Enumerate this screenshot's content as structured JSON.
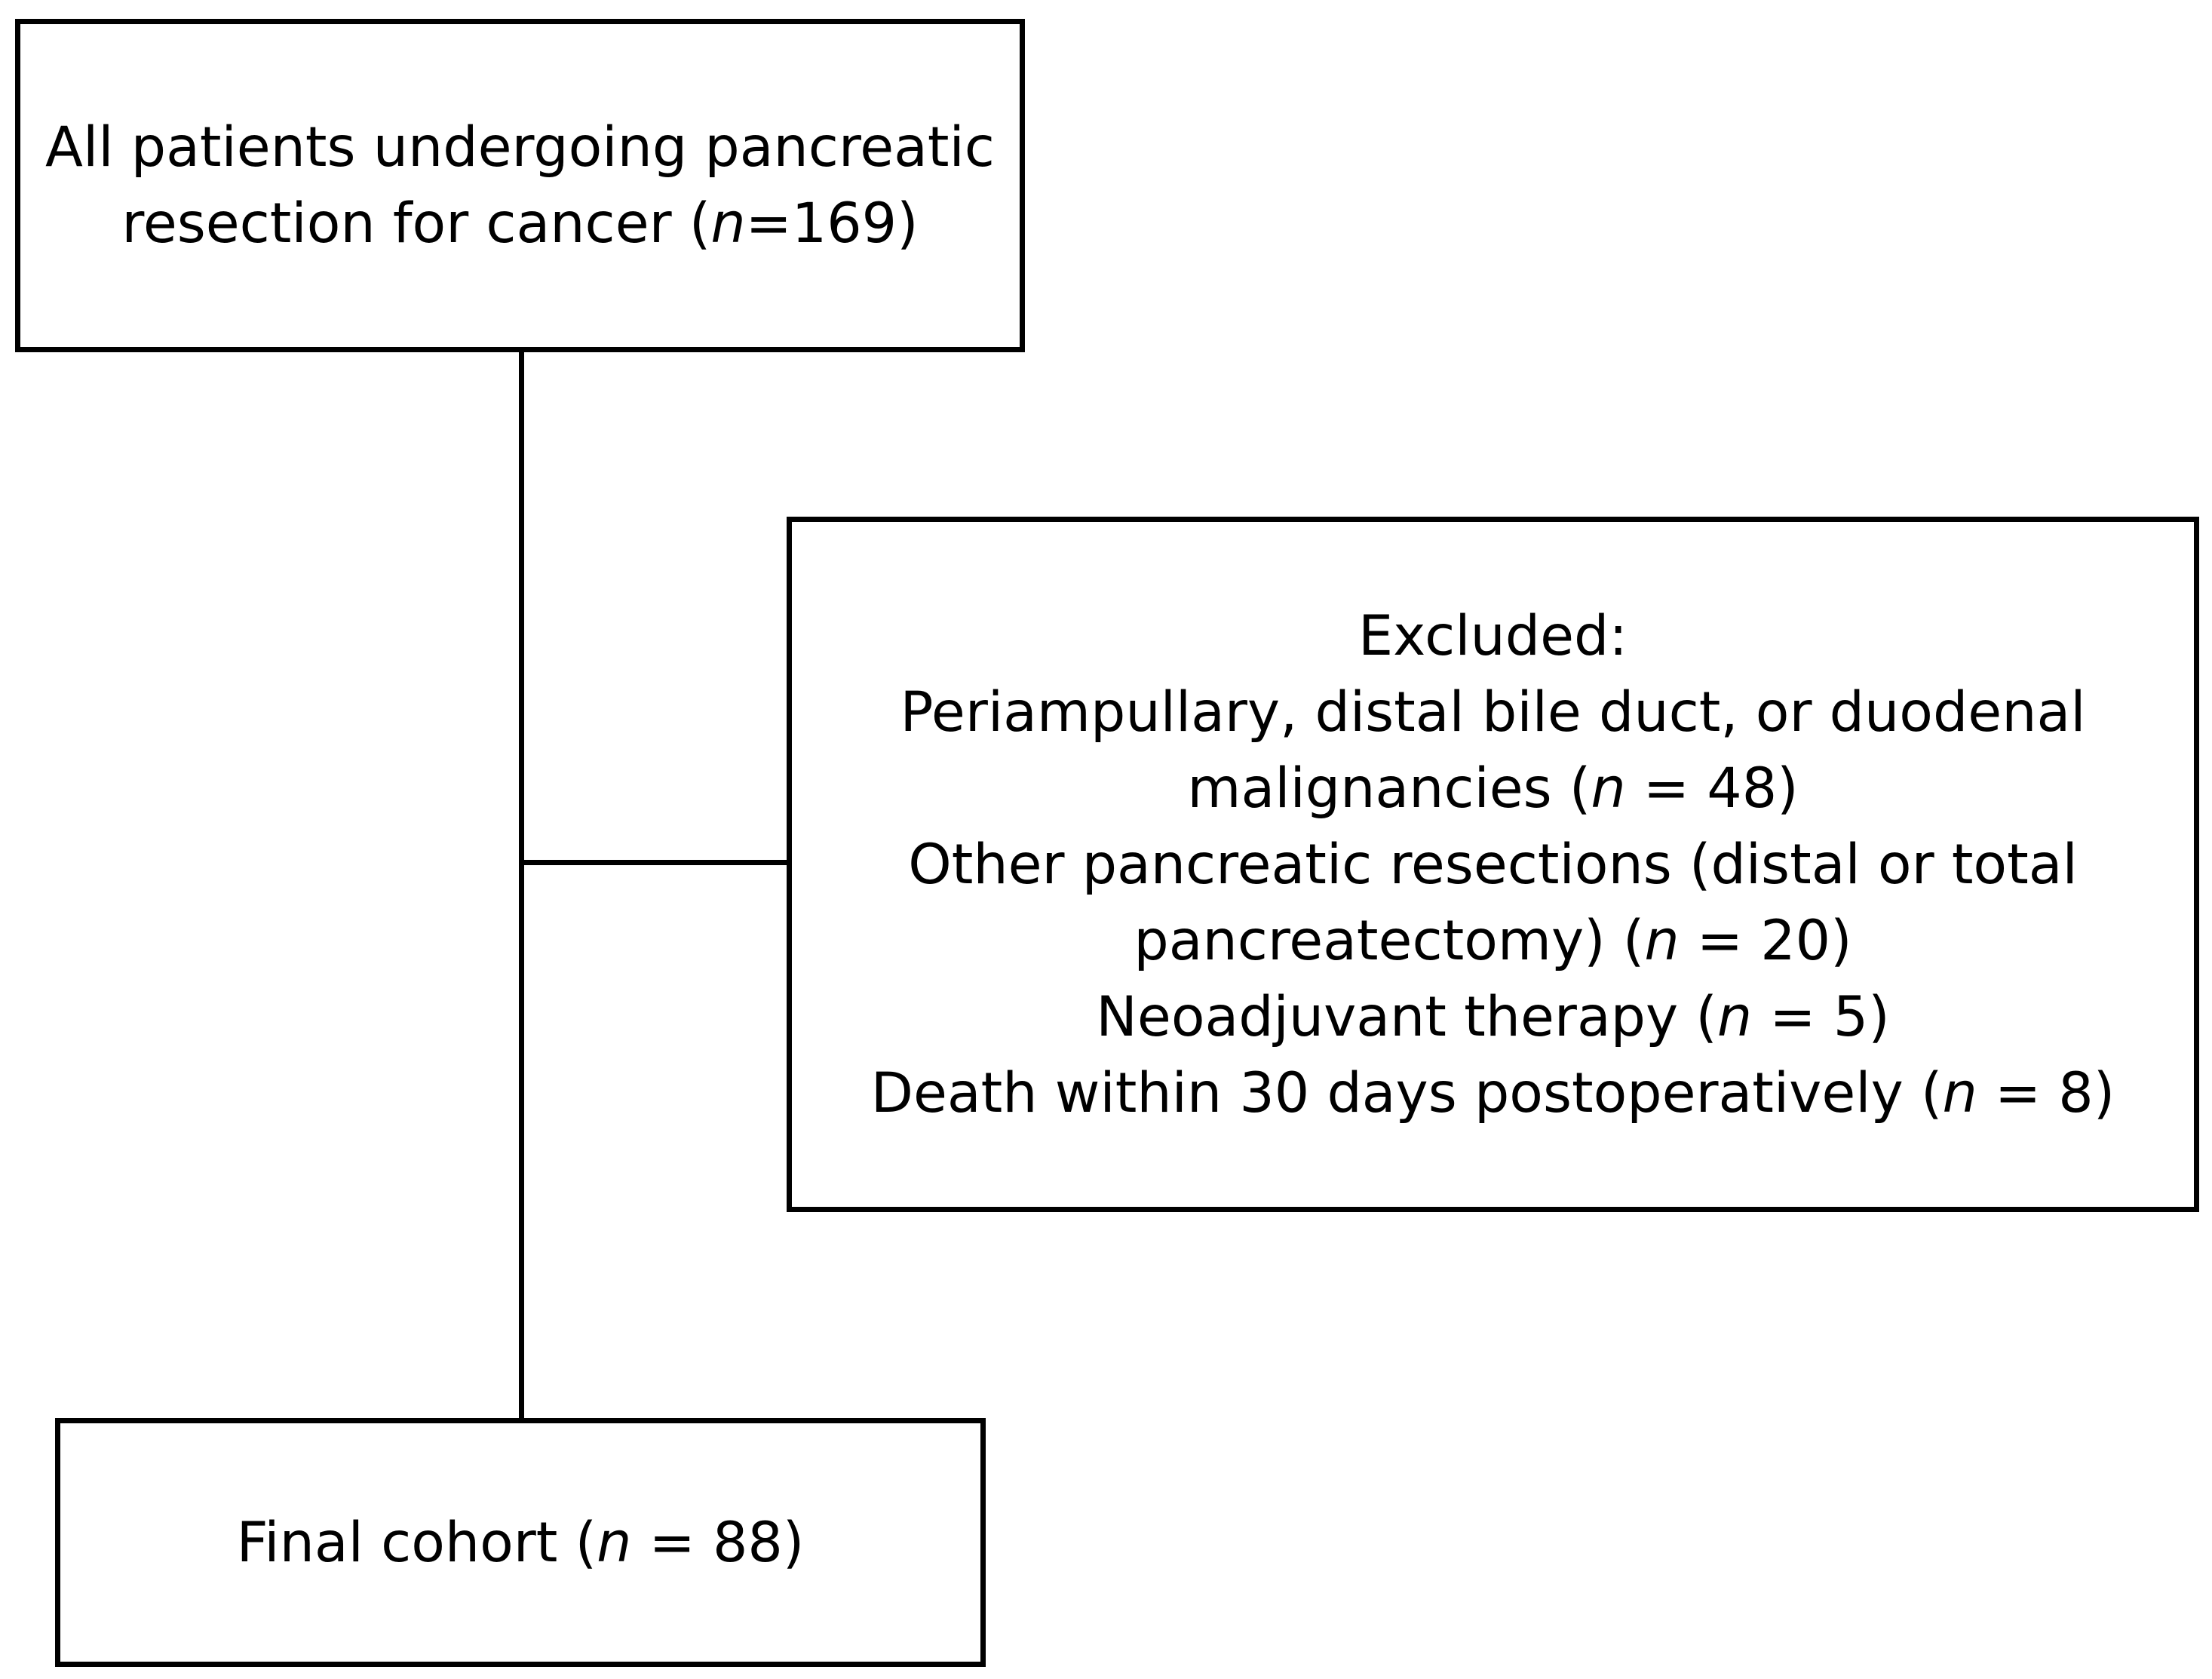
{
  "flowchart": {
    "top_box": {
      "line1": "All patients undergoing pancreatic",
      "line2_pre": "resection for cancer (",
      "line2_n": "n",
      "line2_post": "=169)"
    },
    "excluded_box": {
      "heading": "Excluded:",
      "item1_line1": "Periampullary, distal bile duct, or duodenal",
      "item1_pre": "malignancies (",
      "item1_n": "n",
      "item1_post": " = 48)",
      "item2_line1": "Other pancreatic resections (distal or total",
      "item2_pre": "pancreatectomy) (",
      "item2_n": "n",
      "item2_post": " = 20)",
      "item3_pre": "Neoadjuvant therapy (",
      "item3_n": "n",
      "item3_post": " = 5)",
      "item4_pre": "Death within 30 days postoperatively (",
      "item4_n": "n",
      "item4_post": " = 8)"
    },
    "final_box": {
      "pre": "Final cohort (",
      "n": "n",
      "post": " = 88)"
    }
  }
}
